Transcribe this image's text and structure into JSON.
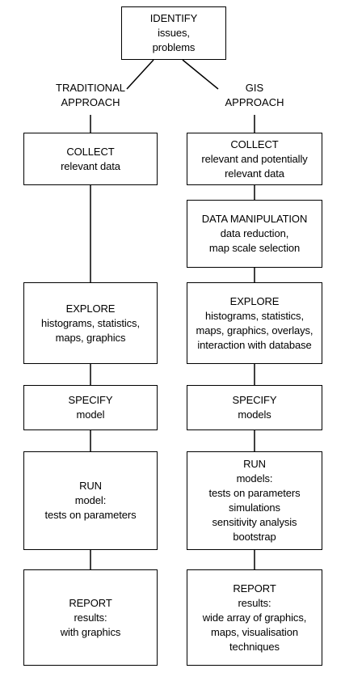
{
  "identify": {
    "title": "IDENTIFY",
    "lines": [
      "issues,",
      "problems"
    ]
  },
  "traditional": {
    "header": [
      "TRADITIONAL",
      "APPROACH"
    ],
    "collect": {
      "title": "COLLECT",
      "lines": [
        "relevant data"
      ]
    },
    "explore": {
      "title": "EXPLORE",
      "lines": [
        "histograms, statistics,",
        "maps, graphics"
      ]
    },
    "specify": {
      "title": "SPECIFY",
      "lines": [
        "model"
      ]
    },
    "run": {
      "title": "RUN",
      "lines": [
        "model:",
        "tests on parameters"
      ]
    },
    "report": {
      "title": "REPORT",
      "lines": [
        "results:",
        "with graphics"
      ]
    }
  },
  "gis": {
    "header": [
      "GIS",
      "APPROACH"
    ],
    "collect": {
      "title": "COLLECT",
      "lines": [
        "relevant and potentially",
        "relevant data"
      ]
    },
    "manipulation": {
      "title": "DATA MANIPULATION",
      "lines": [
        "data reduction,",
        "map scale selection"
      ]
    },
    "explore": {
      "title": "EXPLORE",
      "lines": [
        "histograms, statistics,",
        "maps, graphics, overlays,",
        "interaction with database"
      ]
    },
    "specify": {
      "title": "SPECIFY",
      "lines": [
        "models"
      ]
    },
    "run": {
      "title": "RUN",
      "lines": [
        "models:",
        "tests on parameters",
        "simulations",
        "sensitivity analysis",
        "bootstrap"
      ]
    },
    "report": {
      "title": "REPORT",
      "lines": [
        "results:",
        "wide array of graphics,",
        "maps, visualisation",
        "techniques"
      ]
    }
  }
}
